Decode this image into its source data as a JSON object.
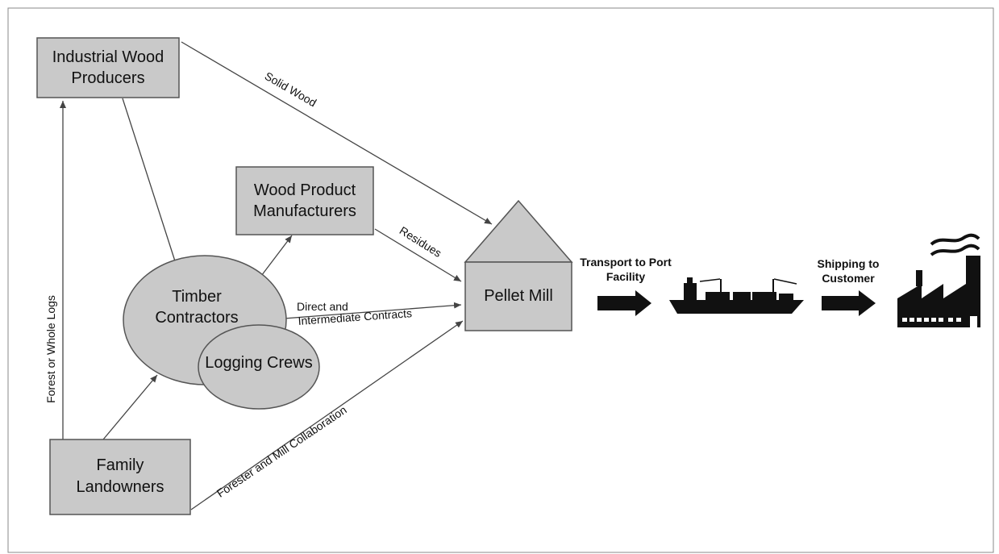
{
  "nodes": {
    "industrial_wood_producers": [
      "Industrial Wood",
      "Producers"
    ],
    "wood_product_manufacturers": [
      "Wood Product",
      "Manufacturers"
    ],
    "timber_contractors": [
      "Timber",
      "Contractors"
    ],
    "logging_crews": [
      "Logging Crews"
    ],
    "family_landowners": [
      "Family",
      "Landowners"
    ],
    "pellet_mill": [
      "Pellet Mill"
    ]
  },
  "edges": {
    "solid_wood": "Solid Wood",
    "residues": "Residues",
    "direct_contracts": [
      "Direct and",
      "Intermediate Contracts"
    ],
    "forest_logs": "Forest or Whole Logs",
    "forester_collab": "Forester and Mill Collaboration"
  },
  "logistics": {
    "transport": [
      "Transport to Port",
      "Facility"
    ],
    "shipping": [
      "Shipping to",
      "Customer"
    ]
  },
  "icons": [
    "cargo-ship-icon",
    "factory-icon"
  ],
  "colors": {
    "box_fill": "#c9c9c9",
    "line": "#444444",
    "icon": "#111111"
  }
}
